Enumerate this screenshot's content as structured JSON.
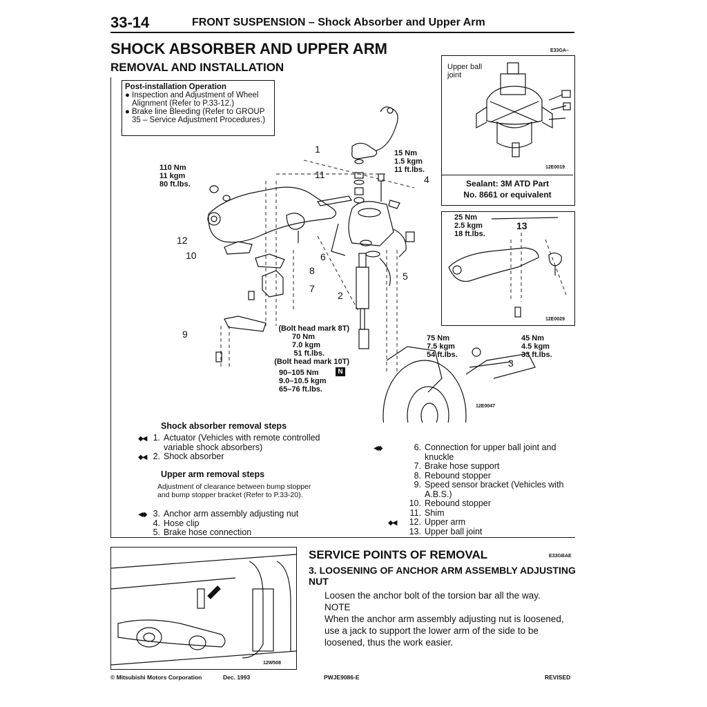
{
  "header": {
    "page_number": "33-14",
    "title": "FRONT SUSPENSION – Shock Absorber and Upper Arm"
  },
  "section": {
    "title": "SHOCK ABSORBER AND UPPER ARM",
    "code": "E33GA–",
    "subtitle": "REMOVAL AND INSTALLATION"
  },
  "post_installation": {
    "title": "Post-installation Operation",
    "items": [
      "Inspection and Adjustment of Wheel Alignment (Refer to P.33-12.)",
      "Brake line Bleeding (Refer to GROUP 35 – Service Adjustment Procedures.)"
    ]
  },
  "inset_ball_joint": {
    "label": "Upper ball joint",
    "figure_id": "12E0019",
    "sealant_line1": "Sealant: 3M ATD Part",
    "sealant_line2": "No. 8661 or equivalent"
  },
  "inset_upper_arm": {
    "torque": [
      "25 Nm",
      "2.5 kgm",
      "18 ft.lbs."
    ],
    "callout": "13",
    "figure_id": "12E0029"
  },
  "main_diagram": {
    "callouts": [
      "1",
      "11",
      "4",
      "12",
      "10",
      "6",
      "8",
      "7",
      "2",
      "5",
      "9",
      "3"
    ],
    "torque_top": [
      "15 Nm",
      "1.5 kgm",
      "11 ft.lbs."
    ],
    "torque_left": [
      "110 Nm",
      "11 kgm",
      "80 ft.lbs."
    ],
    "torque_center": [
      "(Bolt head mark 8T)",
      "70 Nm",
      "7.0 kgm",
      "51 ft.lbs.",
      "(Bolt head mark 10T)",
      "90–105 Nm",
      "9.0–10.5 kgm",
      "65–76 ft.lbs."
    ],
    "n_mark": "N",
    "torque_knuckle": [
      "75 Nm",
      "7.5 kgm",
      "54 ft.lbs."
    ],
    "torque_right": [
      "45 Nm",
      "4.5 kgm",
      "33 ft.lbs."
    ],
    "figure_id": "12E0047"
  },
  "shock_steps": {
    "title": "Shock absorber removal steps",
    "items": [
      {
        "num": "1.",
        "text": "Actuator (Vehicles with remote controlled variable shock absorbers)",
        "marker": "◆◀"
      },
      {
        "num": "2.",
        "text": "Shock absorber",
        "marker": "◆◀"
      }
    ]
  },
  "upper_arm_steps": {
    "title": "Upper arm removal steps",
    "note": "Adjustment of clearance between bump stopper and bump stopper bracket (Refer to P.33-20).",
    "items": [
      {
        "num": "3.",
        "text": "Anchor arm assembly adjusting nut",
        "marker": "◀◆"
      },
      {
        "num": "4.",
        "text": "Hose clip",
        "marker": ""
      },
      {
        "num": "5.",
        "text": "Brake hose connection",
        "marker": ""
      }
    ],
    "right_items": [
      {
        "num": "6.",
        "text": "Connection for upper ball joint and knuckle",
        "marker": "◀◆"
      },
      {
        "num": "7.",
        "text": "Brake hose support",
        "marker": ""
      },
      {
        "num": "8.",
        "text": "Rebound stopper",
        "marker": ""
      },
      {
        "num": "9.",
        "text": "Speed sensor bracket (Vehicles with A.B.S.)",
        "marker": ""
      },
      {
        "num": "10.",
        "text": "Rebound stopper",
        "marker": ""
      },
      {
        "num": "11.",
        "text": "Shim",
        "marker": ""
      },
      {
        "num": "12.",
        "text": "Upper arm",
        "marker": "◆◀"
      },
      {
        "num": "13.",
        "text": "Upper ball joint",
        "marker": ""
      }
    ]
  },
  "photo": {
    "figure_id": "12W508"
  },
  "service_points": {
    "title": "SERVICE POINTS OF REMOVAL",
    "code": "E33GBAE",
    "heading": "3. LOOSENING OF ANCHOR ARM ASSEMBLY ADJUSTING NUT",
    "body": "Loosen the anchor bolt of the torsion bar all the way.",
    "note_label": "NOTE",
    "note_body": "When the anchor arm assembly adjusting nut is loosened, use a jack to support the lower arm of the side to be loosened, thus the work easier."
  },
  "footer": {
    "copyright": "© Mitsubishi Motors Corporation",
    "date": "Dec. 1993",
    "doc_code": "PWJE9086-E",
    "status": "REVISED"
  }
}
